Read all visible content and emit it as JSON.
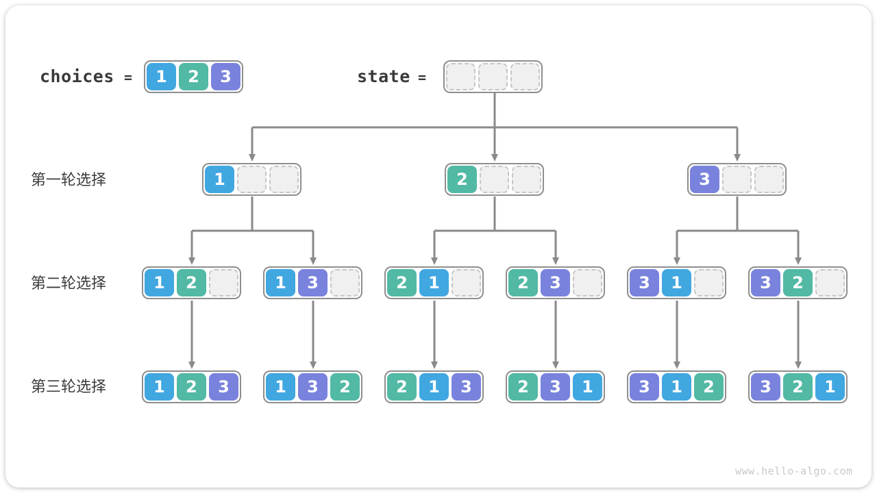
{
  "palette": {
    "choice_1": "#41A7E1",
    "choice_2": "#52B9A4",
    "choice_3": "#7983DD",
    "line": "#8A8A8A"
  },
  "legend": {
    "choices_label": "choices",
    "choices_equals": "=",
    "choices_cells": [
      "1",
      "2",
      "3"
    ],
    "state_label": "state",
    "state_equals": "=",
    "state_cells": [
      "",
      "",
      ""
    ]
  },
  "rows": [
    {
      "label": "第一轮选择",
      "nodes": [
        {
          "cells": [
            "1",
            "",
            ""
          ]
        },
        {
          "cells": [
            "2",
            "",
            ""
          ]
        },
        {
          "cells": [
            "3",
            "",
            ""
          ]
        }
      ]
    },
    {
      "label": "第二轮选择",
      "nodes": [
        {
          "cells": [
            "1",
            "2",
            ""
          ]
        },
        {
          "cells": [
            "1",
            "3",
            ""
          ]
        },
        {
          "cells": [
            "2",
            "1",
            ""
          ]
        },
        {
          "cells": [
            "2",
            "3",
            ""
          ]
        },
        {
          "cells": [
            "3",
            "1",
            ""
          ]
        },
        {
          "cells": [
            "3",
            "2",
            ""
          ]
        }
      ]
    },
    {
      "label": "第三轮选择",
      "nodes": [
        {
          "cells": [
            "1",
            "2",
            "3"
          ]
        },
        {
          "cells": [
            "1",
            "3",
            "2"
          ]
        },
        {
          "cells": [
            "2",
            "1",
            "3"
          ]
        },
        {
          "cells": [
            "2",
            "3",
            "1"
          ]
        },
        {
          "cells": [
            "3",
            "1",
            "2"
          ]
        },
        {
          "cells": [
            "3",
            "2",
            "1"
          ]
        }
      ]
    }
  ],
  "watermark": "www.hello-algo.com"
}
